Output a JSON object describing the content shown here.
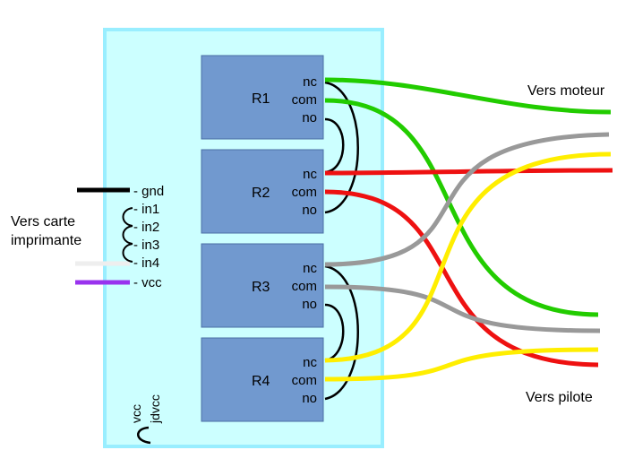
{
  "board": {
    "relays": [
      {
        "name": "R1",
        "pins": [
          "nc",
          "com",
          "no"
        ]
      },
      {
        "name": "R2",
        "pins": [
          "nc",
          "com",
          "no"
        ]
      },
      {
        "name": "R3",
        "pins": [
          "nc",
          "com",
          "no"
        ]
      },
      {
        "name": "R4",
        "pins": [
          "nc",
          "com",
          "no"
        ]
      }
    ],
    "input_pins": [
      "- gnd",
      "- in1",
      "- in2",
      "- in3",
      "- in4",
      "- vcc"
    ],
    "jumper_labels": [
      "vcc",
      "jdvcc"
    ]
  },
  "labels": {
    "left": [
      "Vers carte",
      "imprimante"
    ],
    "motor": "Vers moteur",
    "pilot": "Vers pilote"
  },
  "colors": {
    "board_fill": "#ccffff",
    "board_stroke": "#99eeff",
    "relay_fill": "#7199cf",
    "relay_stroke": "#4a6fa5",
    "green": "#22cc00",
    "red": "#ee1111",
    "gray": "#999999",
    "yellow": "#ffee00",
    "black": "#000000",
    "white_wire": "#eeeeee",
    "purple": "#9933ee"
  }
}
